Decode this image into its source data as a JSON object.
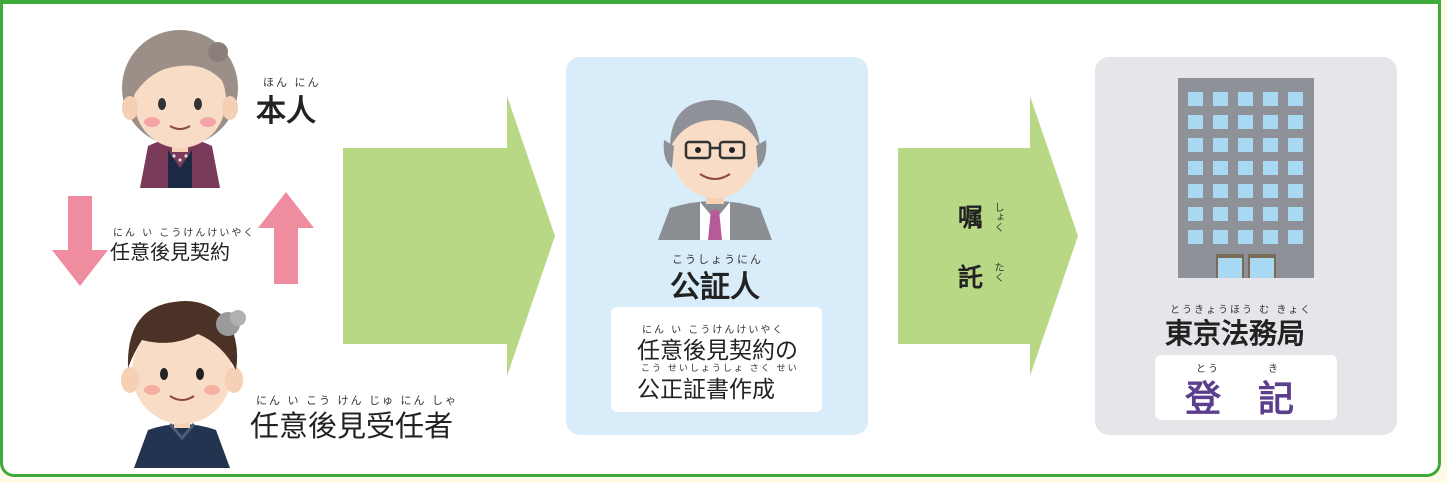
{
  "principal": {
    "ruby": "ほん にん",
    "label": "本人"
  },
  "contract": {
    "ruby": "にん い こうけんけいやく",
    "label": "任意後見契約"
  },
  "guardian": {
    "ruby": "にん い こう けん じゅ にん しゃ",
    "label": "任意後見受任者"
  },
  "notary": {
    "ruby": "こうしょうにん",
    "label": "公証人"
  },
  "deed": {
    "ruby1": "にん い こうけんけいやく",
    "line1": "任意後見契約の",
    "ruby2": "こう せいしょうしょ さく せい",
    "line2": "公正証書作成"
  },
  "commission": {
    "char1": "嘱",
    "ruby1": "しょく",
    "char2": "託",
    "ruby2": "たく"
  },
  "bureau": {
    "ruby": "とうきょうほう む きょく",
    "label": "東京法務局"
  },
  "registration": {
    "ruby1": "とう",
    "ruby2": "き",
    "char1": "登",
    "char2": "記"
  },
  "colors": {
    "frame": "#3eaa3a",
    "arrow_green": "#b8d886",
    "arrow_pink": "#f08ca0",
    "blue_panel": "#d8edf9",
    "gray_panel": "#e5e5ea",
    "registration_text": "#5b3f8c"
  }
}
